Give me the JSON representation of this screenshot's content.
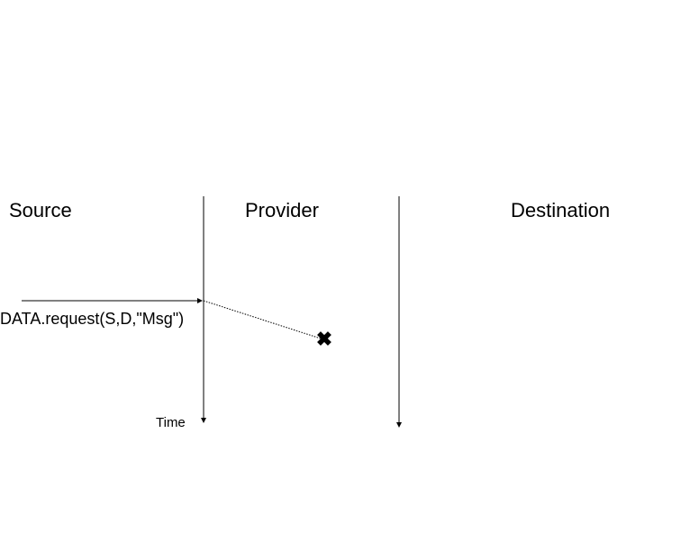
{
  "participants": {
    "source": "Source",
    "provider": "Provider",
    "destination": "Destination"
  },
  "primitive": {
    "label": "DATA.request(S,D,\"Msg\")"
  },
  "axis": {
    "time_label": "Time"
  },
  "icons": {
    "loss": "cross-icon"
  },
  "colors": {
    "line": "#000000",
    "background": "#ffffff"
  }
}
